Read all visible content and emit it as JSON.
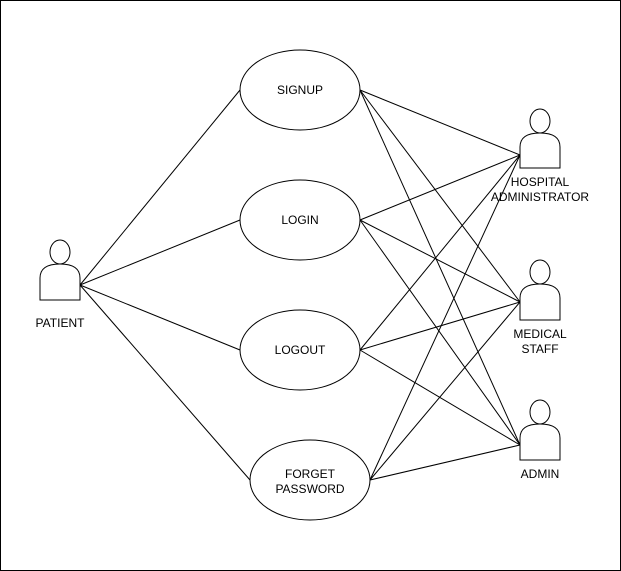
{
  "use_cases": {
    "signup": "SIGNUP",
    "login": "LOGIN",
    "logout": "LOGOUT",
    "forget_password_line1": "FORGET",
    "forget_password_line2": "PASSWORD"
  },
  "actors": {
    "patient": "PATIENT",
    "hospital_admin_line1": "HOSPITAL",
    "hospital_admin_line2": "ADMINISTRATOR",
    "medical_staff_line1": "MEDICAL",
    "medical_staff_line2": "STAFF",
    "admin": "ADMIN"
  },
  "colors": {
    "stroke": "#000000",
    "fill": "#ffffff"
  }
}
